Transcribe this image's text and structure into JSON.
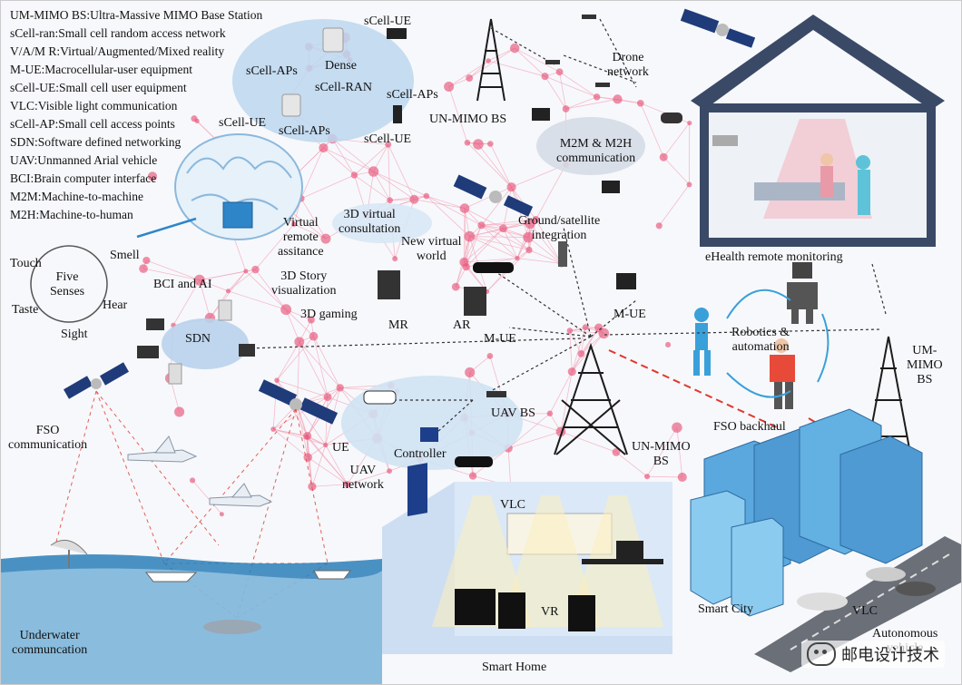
{
  "legend": [
    "UM-MIMO BS:Ultra-Massive MIMO Base Station",
    "sCell-ran:Small cell random access network",
    "V/A/M R:Virtual/Augmented/Mixed reality",
    "M-UE:Macrocellular-user equipment",
    "sCell-UE:Small cell user equipment",
    "VLC:Visible light communication",
    "sCell-AP:Small cell access points",
    "SDN:Software defined networking",
    "UAV:Unmanned Arial vehicle",
    "BCI:Brain computer interface",
    "M2M:Machine-to-machine",
    "M2H:Machine-to-human"
  ],
  "labels": {
    "scell_ue_top": "sCell-UE",
    "dense": "Dense",
    "scell_aps_left": "sCell-APs",
    "scell_ran": "sCell-RAN",
    "scell_aps_right": "sCell-APs",
    "scell_ue_left": "sCell-UE",
    "scell_aps_bottom": "sCell-APs",
    "scell_ue_bottom": "sCell-UE",
    "drone_network": "Drone\nnetwork",
    "un_mimo_bs_top": "UN-MIMO BS",
    "m2m_m2h": "M2M & M2H\ncommunication",
    "ground_satellite": "Ground/satellite\nintegration",
    "ehealth": "eHealth remote monitoring",
    "smell": "Smell",
    "touch": "Touch",
    "five_senses": "Five\nSenses",
    "hear": "Hear",
    "taste": "Taste",
    "sight": "Sight",
    "bci_ai": "BCI and AI",
    "virtual_remote": "Virtual\nremote\nassitance",
    "vr_3d_consult": "3D virtual\nconsultation",
    "new_virtual_world": "New virtual\nworld",
    "story_3d": "3D Story\nvisualization",
    "gaming_3d": "3D gaming",
    "mr": "MR",
    "ar": "AR",
    "m_ue_right": "M-UE",
    "m_ue_center": "M-UE",
    "sdn": "SDN",
    "robotics": "Robotics &\nautomation",
    "um_mimo_bs_right": "UM-\nMIMO\nBS",
    "fso_backhaul": "FSO backhaul",
    "uav_bs": "UAV BS",
    "un_mimo_bs_center": "UN-MIMO\nBS",
    "fso_comm": "FSO\ncommunication",
    "ue": "UE",
    "controller": "Controller",
    "uav_network": "UAV\nnetwork",
    "vlc_home": "VLC",
    "vr_home": "VR",
    "smart_home": "Smart Home",
    "smart_city": "Smart City",
    "vlc_city": "VLC",
    "autonomous": "Autonomous\nvehicle",
    "underwater": "Underwater\ncommuncation",
    "watermark": "邮电设计技术"
  },
  "colors": {
    "mesh_node": "#e8557a",
    "mesh_line": "#f2a3b8",
    "fso_dash": "#e0392d",
    "sea": "#2b7fb8",
    "cloud": "#cfe2f3",
    "house_roof": "#3a4a66",
    "tower": "#1c1c1c"
  }
}
